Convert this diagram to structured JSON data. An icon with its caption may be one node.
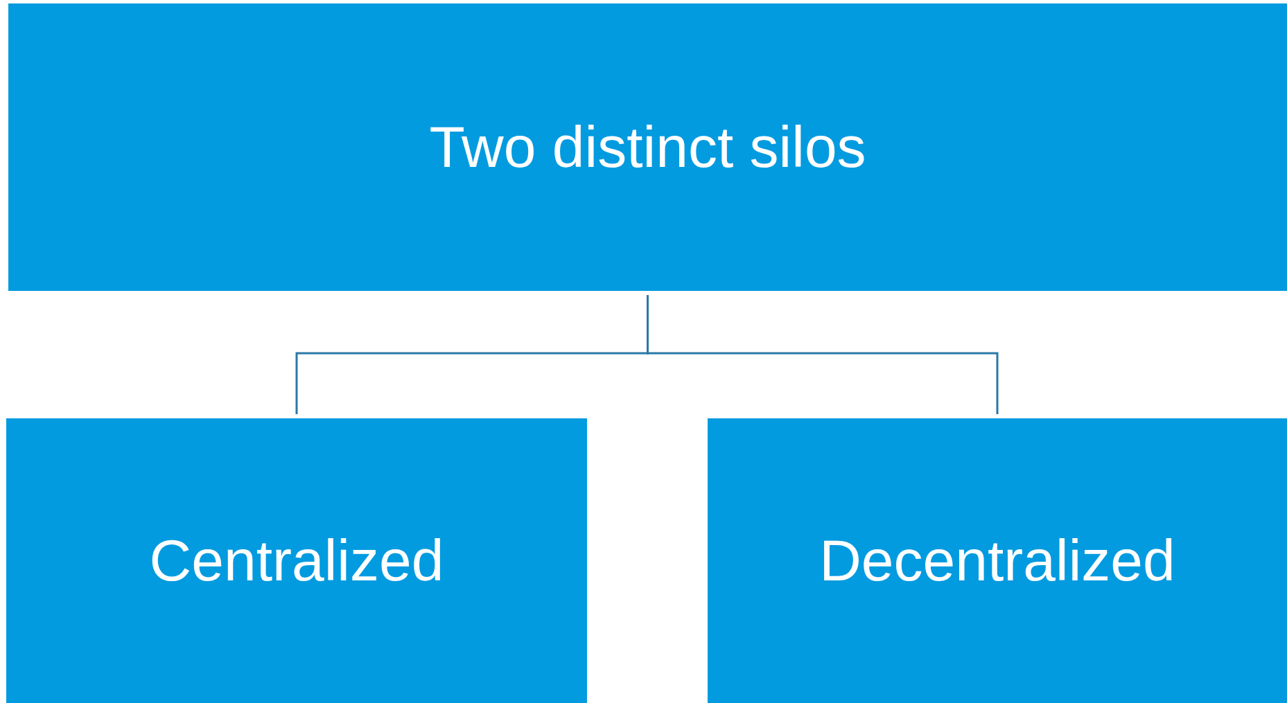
{
  "diagram": {
    "nodes": [
      {
        "text": [
          "Two distinct silos"
        ]
      },
      {
        "text": [
          "Centralized"
        ]
      },
      {
        "text": [
          "Decentralized"
        ]
      }
    ],
    "edges": [
      {
        "from": 0,
        "to": 1,
        "arrow": "none"
      },
      {
        "from": 0,
        "to": 2,
        "arrow": "none"
      }
    ]
  }
}
